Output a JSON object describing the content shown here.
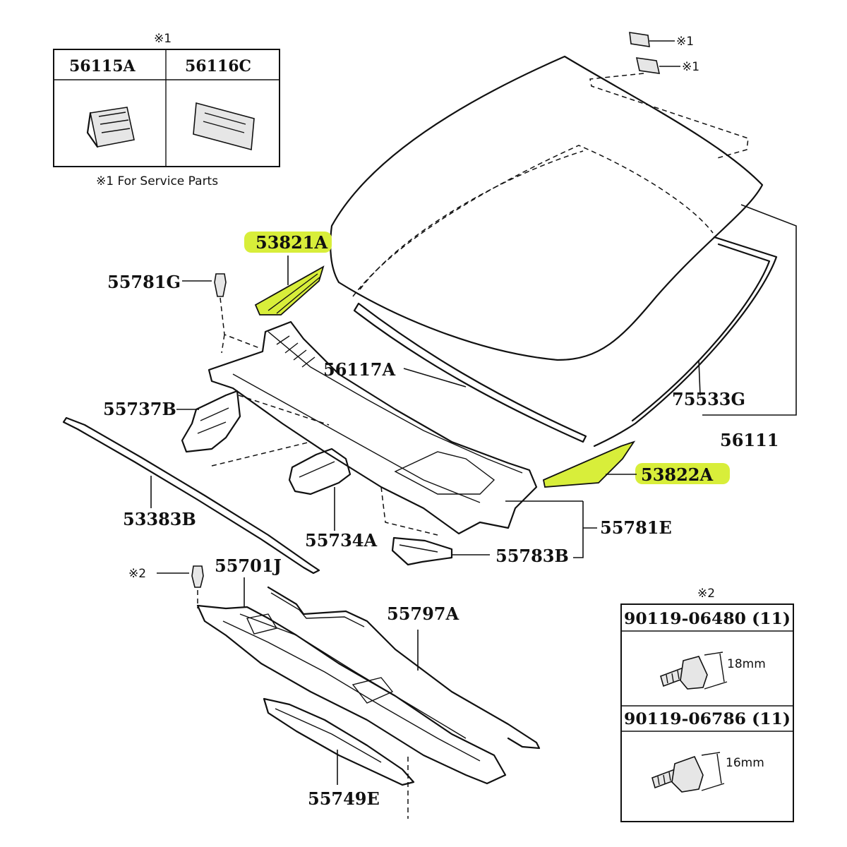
{
  "note_box": {
    "header_mark": "※1",
    "columns": [
      "56115A",
      "56116C"
    ],
    "footnote": "※1 For Service Parts"
  },
  "top_marks": [
    "※1",
    "※1"
  ],
  "callouts": {
    "c53821A": "53821A",
    "c55781G": "55781G",
    "c56117A": "56117A",
    "c55737B": "55737B",
    "c75533G": "75533G",
    "c56111": "56111",
    "c53822A": "53822A",
    "c53383B": "53383B",
    "c55781E": "55781E",
    "c55734A": "55734A",
    "c55783B": "55783B",
    "c55701J": "55701J",
    "c55797A": "55797A",
    "c55749E": "55749E",
    "mark2": "※2"
  },
  "highlight_color": "#d8ee3a",
  "fastener_box": {
    "header_mark": "※2",
    "rows": [
      {
        "part": "90119-06480 (11)",
        "dimension": "18mm"
      },
      {
        "part": "90119-06786 (11)",
        "dimension": "16mm"
      }
    ]
  }
}
